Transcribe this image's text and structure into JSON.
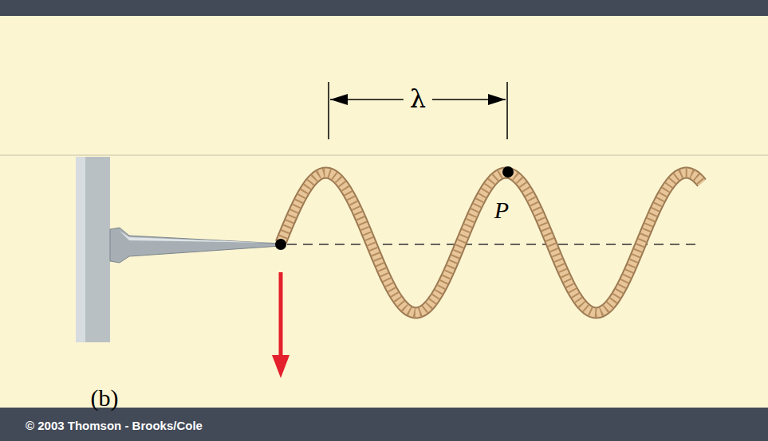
{
  "diagram": {
    "labels": [
      "λ",
      "P",
      "(b)",
      "© 2003 Thomson - Brooks/Cole"
    ]
  }
}
